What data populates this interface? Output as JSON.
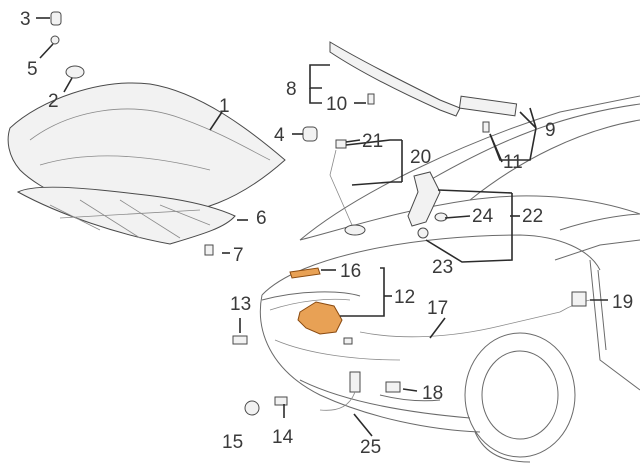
{
  "callouts": [
    {
      "id": "c1",
      "text": "1"
    },
    {
      "id": "c2",
      "text": "2"
    },
    {
      "id": "c3",
      "text": "3"
    },
    {
      "id": "c4",
      "text": "4"
    },
    {
      "id": "c5",
      "text": "5"
    },
    {
      "id": "c6",
      "text": "6"
    },
    {
      "id": "c7",
      "text": "7"
    },
    {
      "id": "c8",
      "text": "8"
    },
    {
      "id": "c9",
      "text": "9"
    },
    {
      "id": "c10",
      "text": "10"
    },
    {
      "id": "c11",
      "text": "11"
    },
    {
      "id": "c12",
      "text": "12"
    },
    {
      "id": "c13",
      "text": "13"
    },
    {
      "id": "c14",
      "text": "14"
    },
    {
      "id": "c15",
      "text": "15"
    },
    {
      "id": "c16",
      "text": "16"
    },
    {
      "id": "c17",
      "text": "17"
    },
    {
      "id": "c18",
      "text": "18"
    },
    {
      "id": "c19",
      "text": "19"
    },
    {
      "id": "c20",
      "text": "20"
    },
    {
      "id": "c21",
      "text": "21"
    },
    {
      "id": "c22",
      "text": "22"
    },
    {
      "id": "c23",
      "text": "23"
    },
    {
      "id": "c24",
      "text": "24"
    },
    {
      "id": "c25",
      "text": "25"
    }
  ],
  "colors": {
    "highlight_fill": "#e8a155",
    "line": "#2b2b2b",
    "text": "#3a3a3a"
  }
}
